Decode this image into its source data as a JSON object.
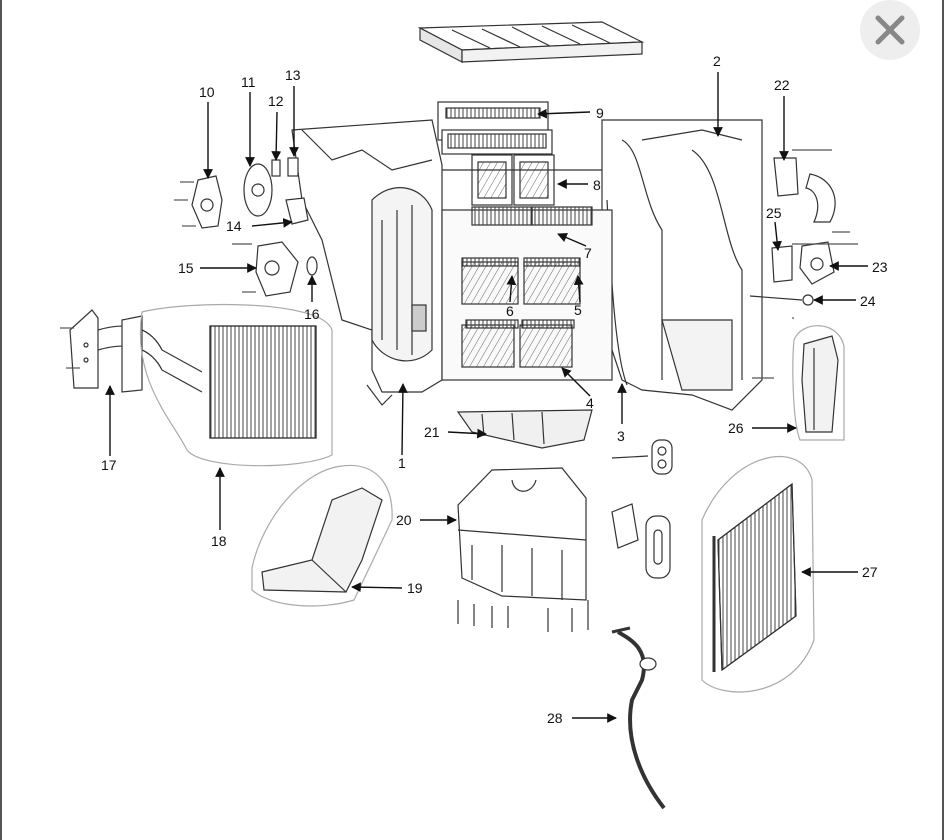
{
  "close_button": {
    "icon": "close-icon",
    "color": "#888888",
    "background": "#eeeeee"
  },
  "diagram": {
    "callouts": [
      {
        "id": "c1",
        "text": "1"
      },
      {
        "id": "c2",
        "text": "2"
      },
      {
        "id": "c3",
        "text": "3"
      },
      {
        "id": "c4",
        "text": "4"
      },
      {
        "id": "c5",
        "text": "5"
      },
      {
        "id": "c6",
        "text": "6"
      },
      {
        "id": "c7",
        "text": "7"
      },
      {
        "id": "c8",
        "text": "8"
      },
      {
        "id": "c9",
        "text": "9"
      },
      {
        "id": "c10",
        "text": "10"
      },
      {
        "id": "c11",
        "text": "11"
      },
      {
        "id": "c12",
        "text": "12"
      },
      {
        "id": "c13",
        "text": "13"
      },
      {
        "id": "c14",
        "text": "14"
      },
      {
        "id": "c15",
        "text": "15"
      },
      {
        "id": "c16",
        "text": "16"
      },
      {
        "id": "c17",
        "text": "17"
      },
      {
        "id": "c18",
        "text": "18"
      },
      {
        "id": "c19",
        "text": "19"
      },
      {
        "id": "c20",
        "text": "20"
      },
      {
        "id": "c21",
        "text": "21"
      },
      {
        "id": "c22",
        "text": "22"
      },
      {
        "id": "c23",
        "text": "23"
      },
      {
        "id": "c24",
        "text": "24"
      },
      {
        "id": "c25",
        "text": "25"
      },
      {
        "id": "c26",
        "text": "26"
      },
      {
        "id": "c27",
        "text": "27"
      },
      {
        "id": "c28",
        "text": "28"
      }
    ]
  }
}
